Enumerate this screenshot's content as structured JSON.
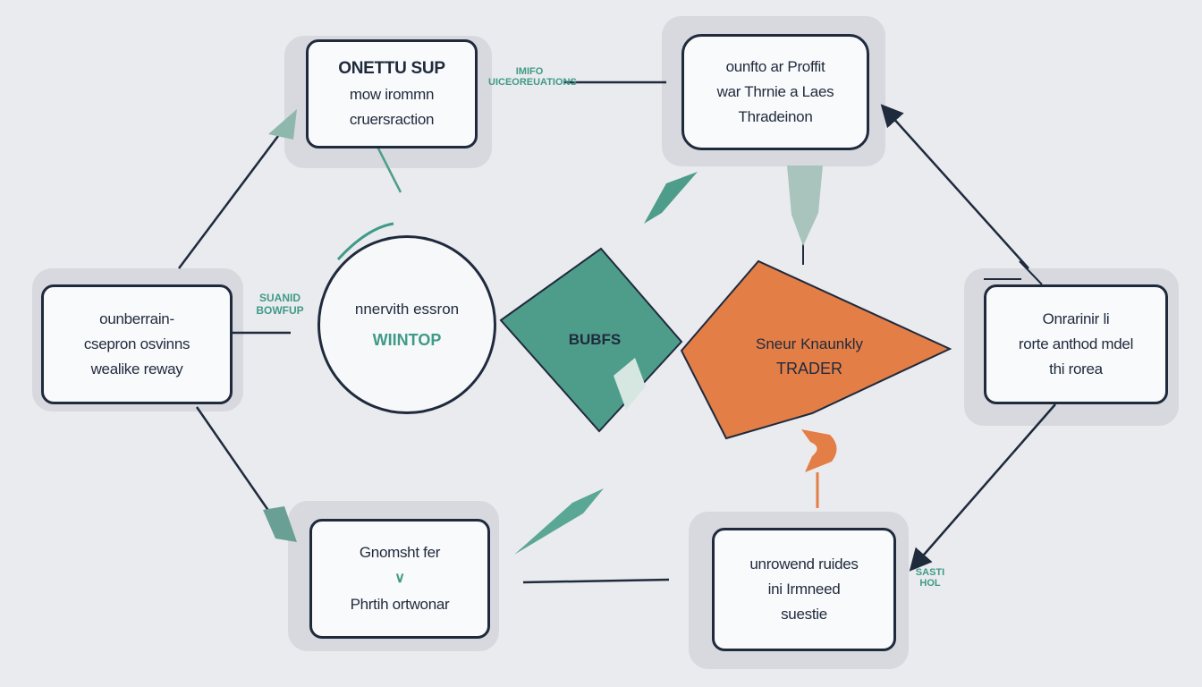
{
  "nodes": {
    "top_left": {
      "line1": "ONETTU SUP",
      "line2": "mow irommn",
      "line3": "cruersraction"
    },
    "top_right": {
      "line1": "ounfto ar Proffit",
      "line2": "war Thrnie a Laes",
      "line3": "Thradeinon"
    },
    "left": {
      "line1": "ounberrain-",
      "line2": "csepron osvinns",
      "line3": "wealike reway"
    },
    "right": {
      "line1": "Onrarinir li",
      "line2": "rorte anthod mdel",
      "line3": "thi rorea"
    },
    "bottom_left": {
      "line1": "Gnomsht fer",
      "line2": "Phrtih ortwonar"
    },
    "bottom_right": {
      "line1": "unrowend ruides",
      "line2": "ini Irmneed",
      "line3": "suestie"
    },
    "circle": {
      "line1": "nnervith essron",
      "line2": "WIINTOP"
    },
    "diamond": {
      "label": "BUBFS"
    },
    "pentagon": {
      "line1": "Sneur Knaunkly",
      "line2": "TRADER"
    }
  },
  "edge_labels": {
    "top_link": "IMIFO\nUICEOREUATIONS",
    "left_link": "SUANID\nBOWFUP",
    "right_lower": "SASTI\nHOL"
  },
  "colors": {
    "ink": "#1f2a3d",
    "teal": "#4e9d8b",
    "teal_text": "#3f9a87",
    "orange": "#e47e47",
    "background": "#eaebef"
  }
}
